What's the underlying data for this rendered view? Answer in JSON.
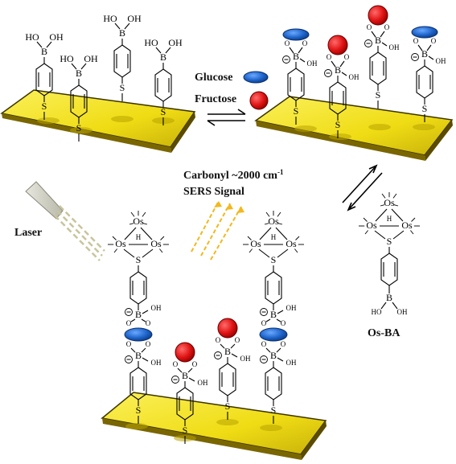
{
  "legend": {
    "glucose": "Glucose",
    "fructose": "Fructose"
  },
  "signal": {
    "line1": "Carbonyl ~2000 cm",
    "line1_sup": "-1",
    "line2": "SERS Signal"
  },
  "laser_label": "Laser",
  "os_ba_label": "Os-BA",
  "atoms": {
    "B": "B",
    "S": "S",
    "O": "O",
    "OH": "OH",
    "HO": "HO",
    "Os": "Os",
    "H": "H",
    "minus": "−"
  },
  "colors": {
    "gold_surface": "#f2e21a",
    "gold_edge": "#5a4e00",
    "glucose": "#1d63c9",
    "fructose": "#d81010",
    "signal_arrow": "#f2b81c"
  }
}
